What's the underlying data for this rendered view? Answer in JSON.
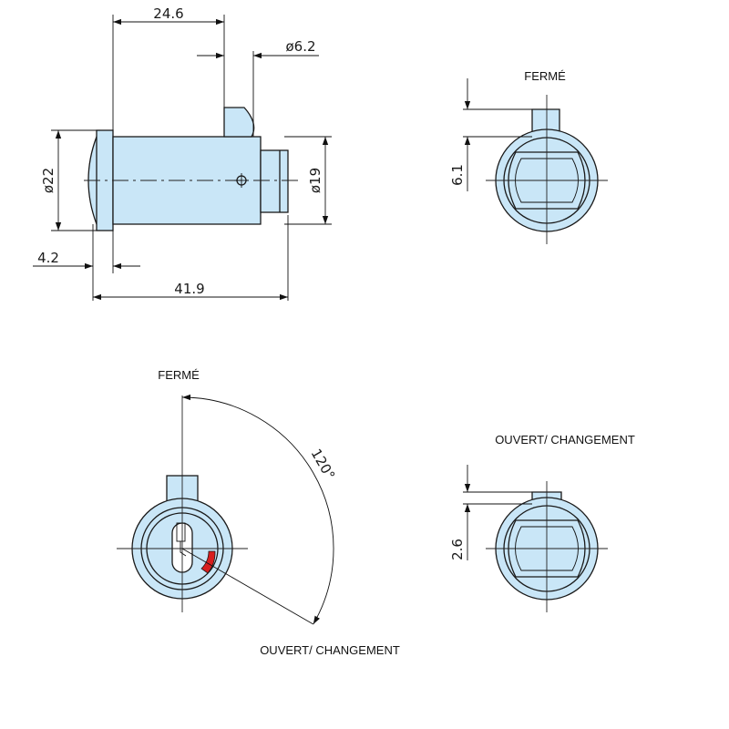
{
  "colors": {
    "body_fill": "#c9e6f7",
    "outline": "#1a1a1a",
    "dimension": "#111111",
    "indicator": "#d81e1e"
  },
  "side_view": {
    "dims": {
      "length_to_cam": "24.6",
      "cam_diameter": "ø6.2",
      "flange_diameter": "ø22",
      "body_diameter": "ø19",
      "flange_thickness": "4.2",
      "overall_length": "41.9"
    }
  },
  "front_closed": {
    "label": "FERMÉ",
    "dim_offset": "6.1"
  },
  "key_face": {
    "label_closed": "FERMÉ",
    "label_open": "OUVERT/ CHANGEMENT",
    "angle": "120°",
    "rotation_deg": 120
  },
  "front_open": {
    "label": "OUVERT/ CHANGEMENT",
    "dim_offset": "2.6"
  }
}
